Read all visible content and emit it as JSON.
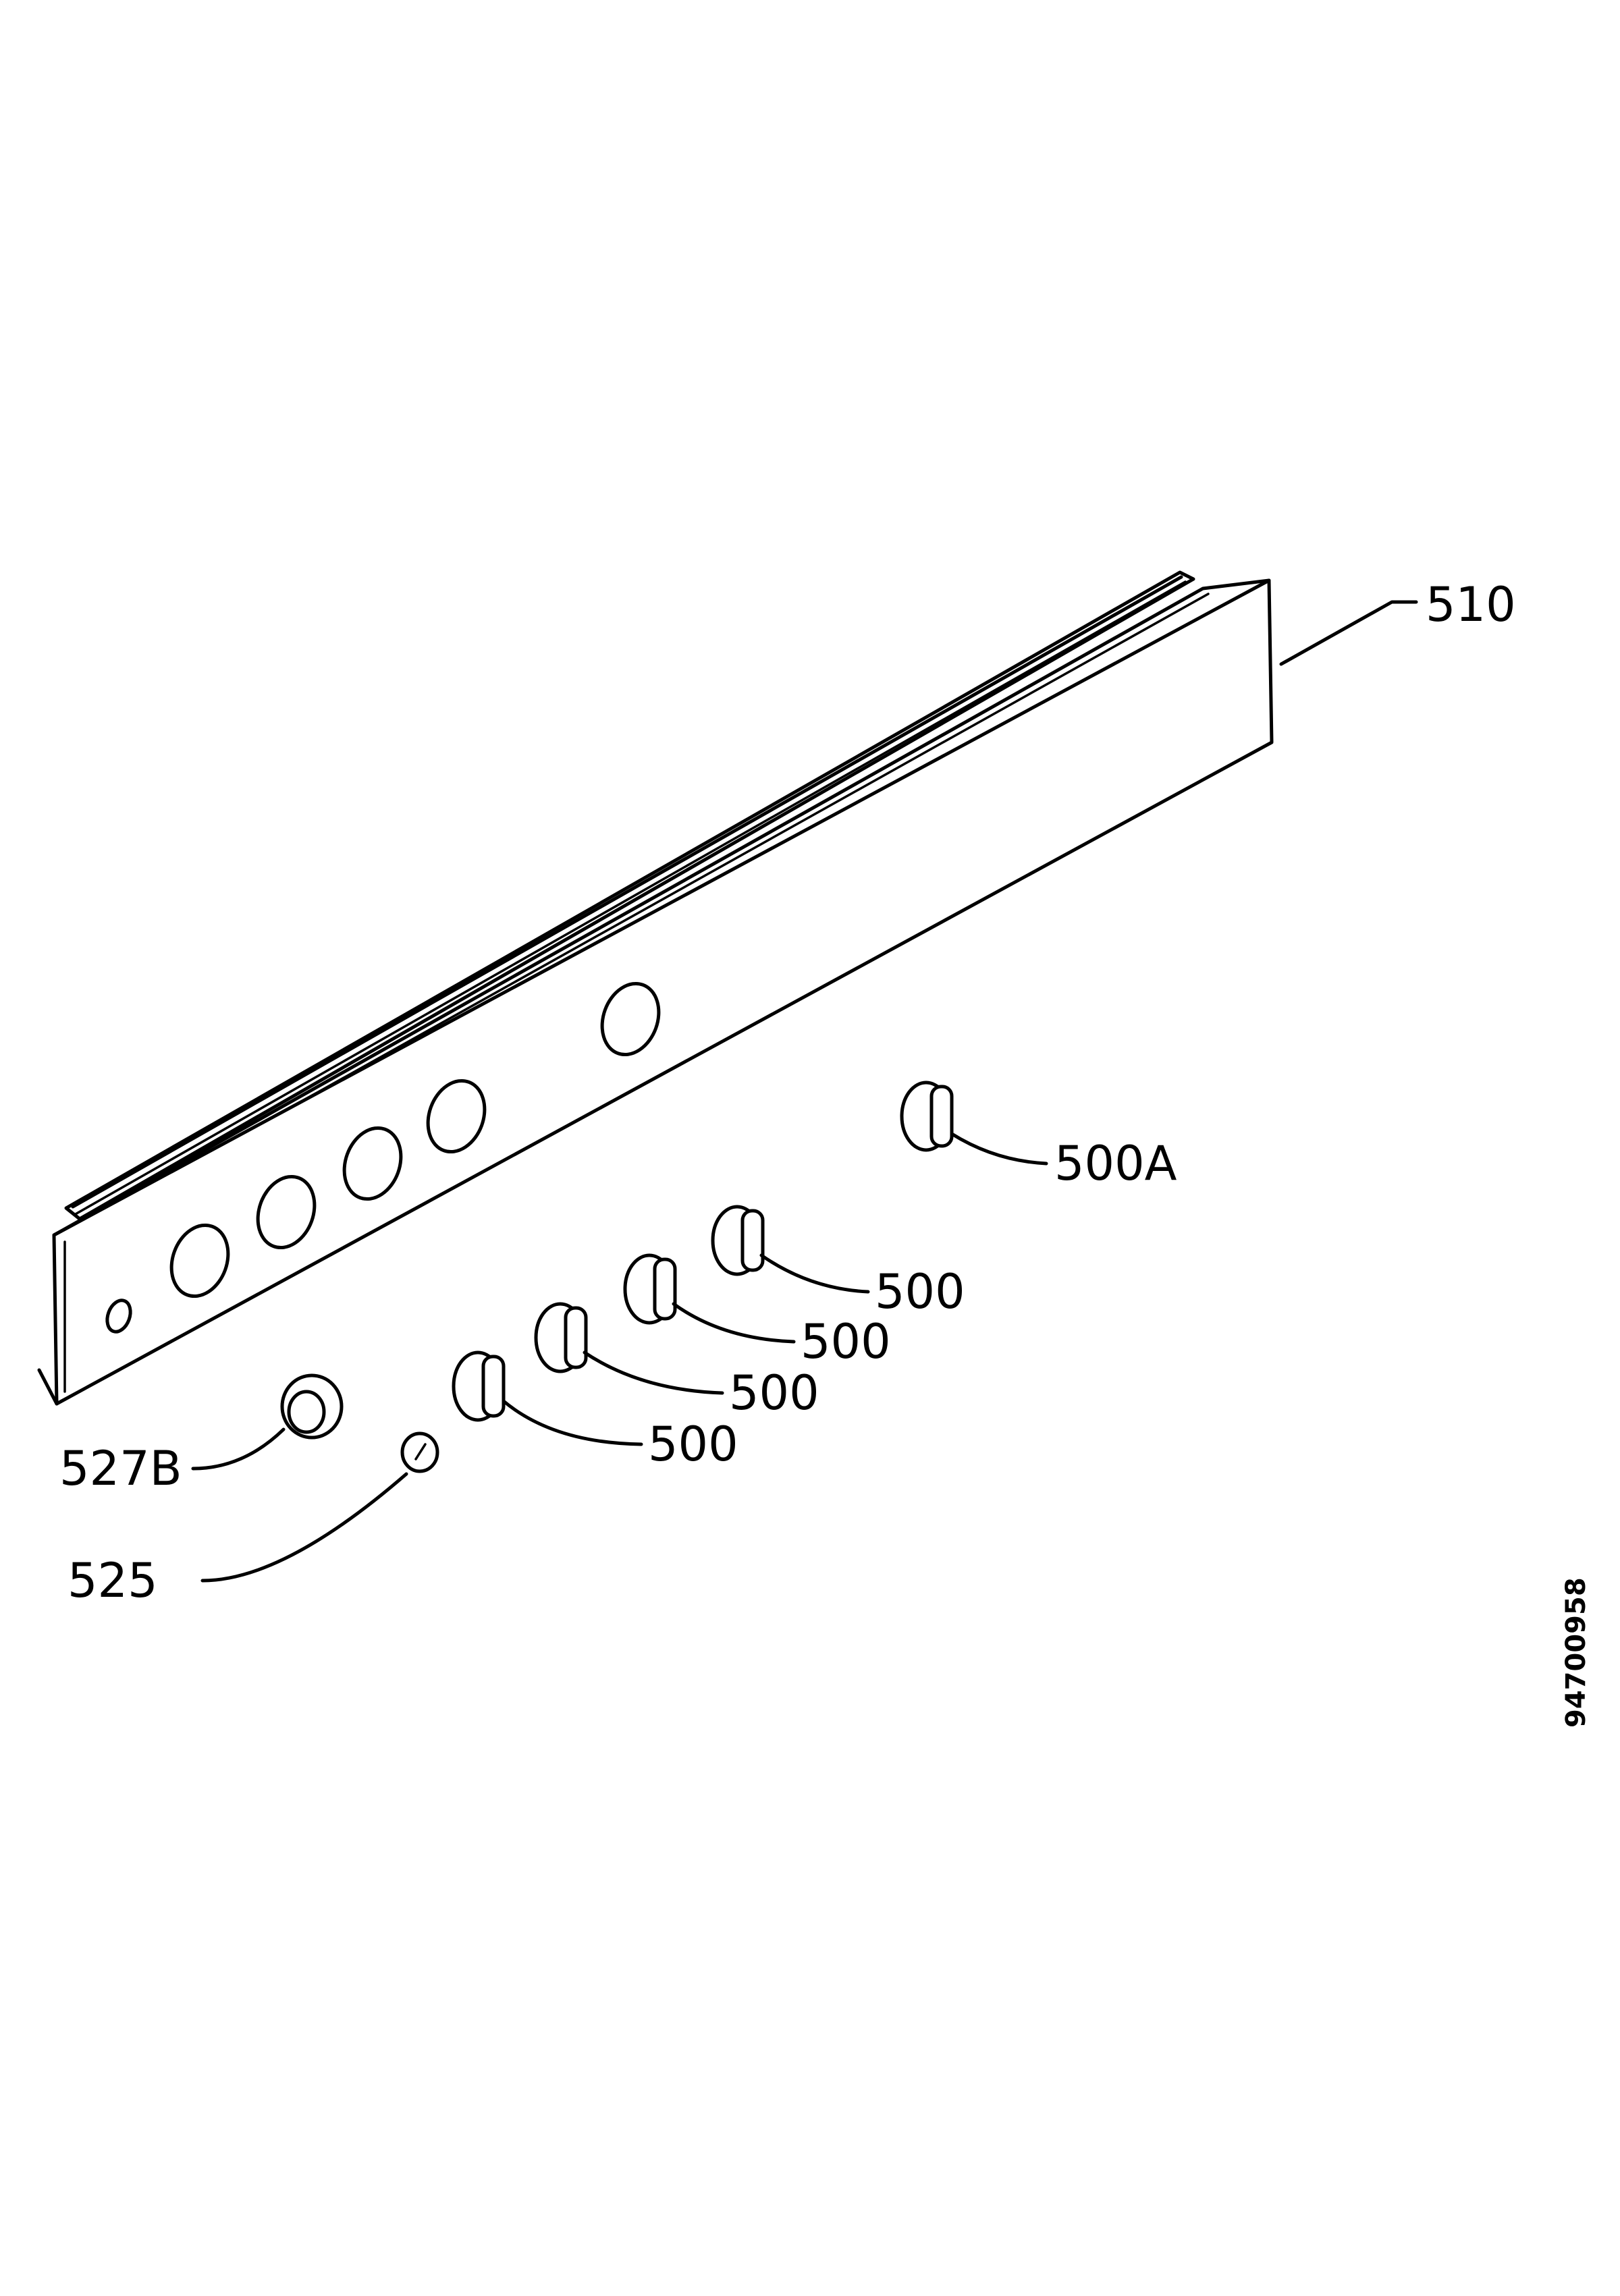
{
  "diagram": {
    "labels": {
      "panel": "510",
      "knob_a": "500A",
      "knob_1": "500",
      "knob_2": "500",
      "knob_3": "500",
      "knob_4": "500",
      "bezel": "527B",
      "button": "525"
    },
    "document_number": "94700958"
  }
}
